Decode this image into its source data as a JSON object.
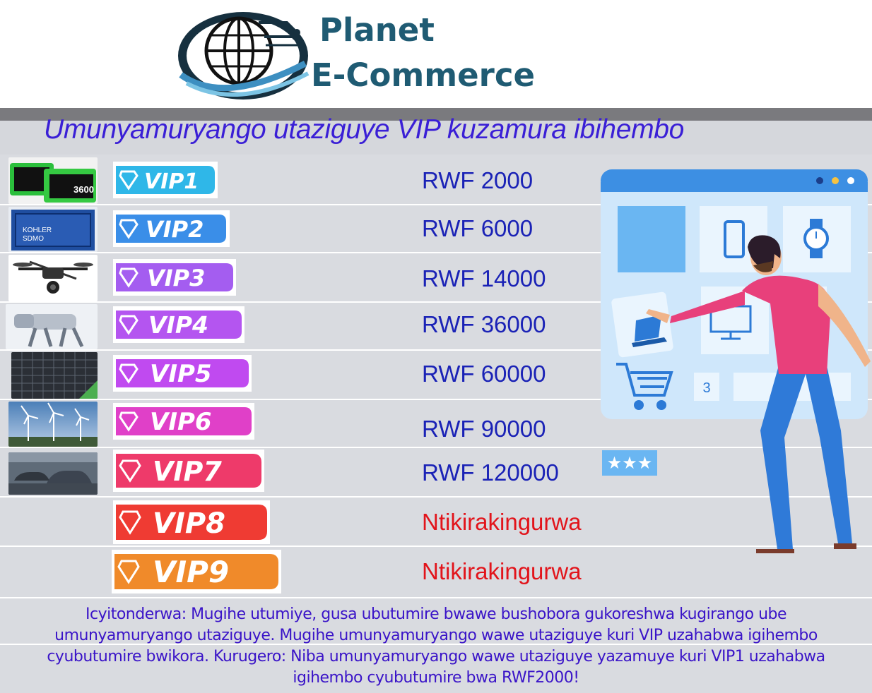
{
  "brand": {
    "line1": "Planet",
    "line2": "E-Commerce",
    "color": "#1f5b73"
  },
  "title": "Umunyamuryango utaziguye VIP kuzamura ibihembo",
  "tiers": [
    {
      "badge": "VIP1",
      "badge_color": "#2fb7e8",
      "thumb": "battery-pack-image",
      "price": "RWF  2000"
    },
    {
      "badge": "VIP2",
      "badge_color": "#3a8ee8",
      "thumb": "generator-image",
      "price": "RWF  6000"
    },
    {
      "badge": "VIP3",
      "badge_color": "#a45df0",
      "thumb": "drone-image",
      "price": "RWF  14000"
    },
    {
      "badge": "VIP4",
      "badge_color": "#b455f0",
      "thumb": "robot-dog-image",
      "price": "RWF  36000"
    },
    {
      "badge": "VIP5",
      "badge_color": "#c04af0",
      "thumb": "solar-panel-image",
      "price": "RWF  60000"
    },
    {
      "badge": "VIP6",
      "badge_color": "#e040c8",
      "thumb": "wind-turbines-image",
      "price": "RWF  90000"
    },
    {
      "badge": "VIP7",
      "badge_color": "#ee3a6a",
      "thumb": "car-factory-image",
      "price": "RWF  120000"
    },
    {
      "badge": "VIP8",
      "badge_color": "#ef3b33",
      "thumb": "",
      "price": "Ntikirakingurwa"
    },
    {
      "badge": "VIP9",
      "badge_color": "#f08a2a",
      "thumb": "",
      "price": "Ntikirakingurwa"
    }
  ],
  "illustration": {
    "cart_count": "3",
    "stars": "★★★"
  },
  "note": "Icyitonderwa: Mugihe utumiye, gusa ubutumire bwawe bushobora gukoreshwa kugirango ube umunyamuryango utaziguye. Mugihe umunyamuryango wawe utaziguye kuri VIP uzahabwa igihembo cyubutumire bwikora. Kurugero: Niba umunyamuryango wawe utaziguye yazamuye kuri VIP1 uzahabwa igihembo cyubutumire bwa RWF2000!",
  "colors": {
    "title": "#3a1fd6",
    "price": "#1a22b6",
    "locked": "#e2141b",
    "note": "#3a14c8",
    "row_bg": "#d9dbe0"
  }
}
